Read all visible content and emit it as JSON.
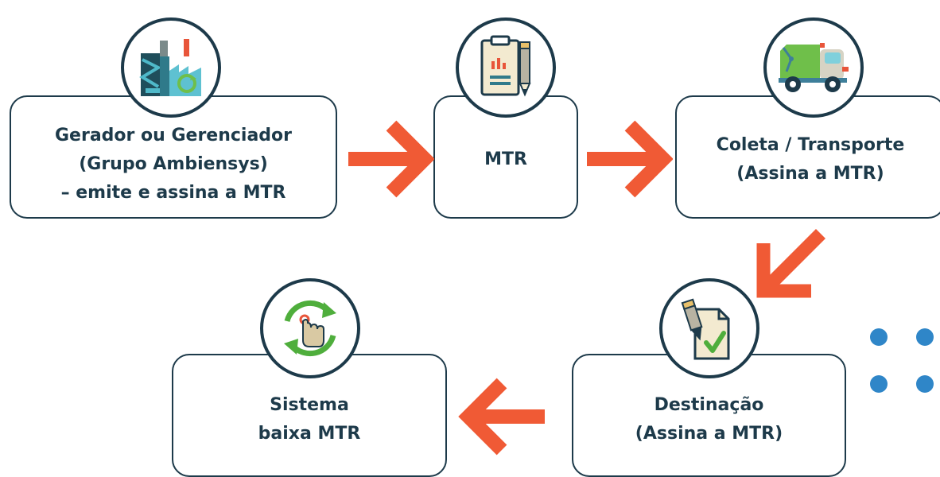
{
  "steps": [
    {
      "lines": [
        "Gerador ou Gerenciador",
        "(Grupo Ambiensys)",
        "– emite e assina a MTR"
      ],
      "icon": "factory-recycle-icon"
    },
    {
      "lines": [
        "MTR"
      ],
      "icon": "clipboard-report-icon"
    },
    {
      "lines": [
        "Coleta / Transporte",
        "(Assina a MTR)"
      ],
      "icon": "garbage-truck-icon"
    },
    {
      "lines": [
        "Destinação",
        "(Assina a MTR)"
      ],
      "icon": "document-check-icon"
    },
    {
      "lines": [
        "Sistema",
        "baixa MTR"
      ],
      "icon": "refresh-hand-icon"
    }
  ],
  "colors": {
    "border": "#1d3a4a",
    "text": "#1d3a4a",
    "arrow": "#f05a35",
    "dots": "#2f86c8"
  }
}
